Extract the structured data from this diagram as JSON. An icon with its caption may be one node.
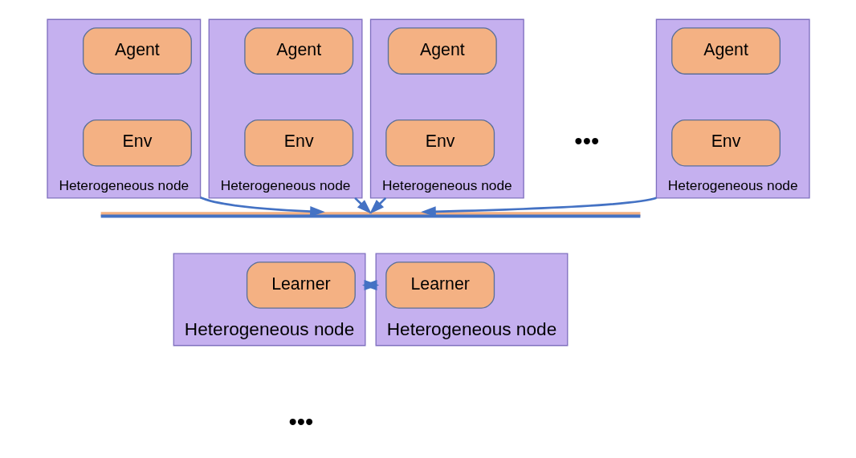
{
  "diagram": {
    "nodes": [
      {
        "text": [
          "Heterogeneous node"
        ]
      },
      {
        "text": [
          "Agent"
        ],
        "in": 0
      },
      {
        "text": [
          "Env"
        ],
        "in": 0
      },
      {
        "text": [
          "Heterogeneous node"
        ]
      },
      {
        "text": [
          "Agent"
        ],
        "in": 3
      },
      {
        "text": [
          "Env"
        ],
        "in": 3
      },
      {
        "text": [
          "Heterogeneous node"
        ]
      },
      {
        "text": [
          "Agent"
        ],
        "in": 6
      },
      {
        "text": [
          "Env"
        ],
        "in": 6
      },
      {
        "text": [
          "Heterogeneous node"
        ]
      },
      {
        "text": [
          "Agent"
        ],
        "in": 9
      },
      {
        "text": [
          "Env"
        ],
        "in": 9
      },
      {
        "text": [],
        "shape": "bracket"
      },
      {
        "text": [
          "Heterogeneous node"
        ]
      },
      {
        "text": [
          "Learner"
        ],
        "in": 13
      },
      {
        "text": [
          "Heterogeneous node"
        ]
      },
      {
        "text": [
          "Learner"
        ],
        "in": 15
      }
    ],
    "edges": [
      {
        "from": 0,
        "to": 12,
        "arrow": "to"
      },
      {
        "from": 3,
        "to": 12,
        "arrow": "to"
      },
      {
        "from": 6,
        "to": 12,
        "arrow": "to"
      },
      {
        "from": 9,
        "to": 12,
        "arrow": "to"
      },
      {
        "from": 13,
        "to": 15,
        "arrow": "both"
      }
    ],
    "labels": [
      "•••",
      "•••"
    ]
  }
}
